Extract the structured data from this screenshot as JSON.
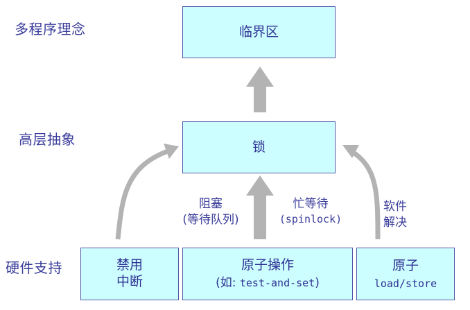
{
  "levels": {
    "concept": "多程序理念",
    "abstraction": "高层抽象",
    "hardware": "硬件支持"
  },
  "boxes": {
    "critical_section": "临界区",
    "lock": "锁",
    "disable_interrupts": {
      "line1": "禁用",
      "line2": "中断"
    },
    "atomic_ops": {
      "line1": "原子操作",
      "line2_prefix": "(如: ",
      "line2_code": "test-and-set",
      "line2_suffix": ")"
    },
    "atomic_load_store": {
      "line1": "原子",
      "line2": "load/store"
    }
  },
  "annotations": {
    "blocking": {
      "line1": "阻塞",
      "line2": "(等待队列)"
    },
    "busy_wait": {
      "line1": "忙等待",
      "line2": "(spinlock)"
    },
    "software": {
      "line1": "软件",
      "line2": "解决"
    }
  },
  "colors": {
    "box_fill": "#ccfdff",
    "box_border": "#5558a8",
    "text": "#2e3192",
    "arrow": "#b3b3b3"
  }
}
